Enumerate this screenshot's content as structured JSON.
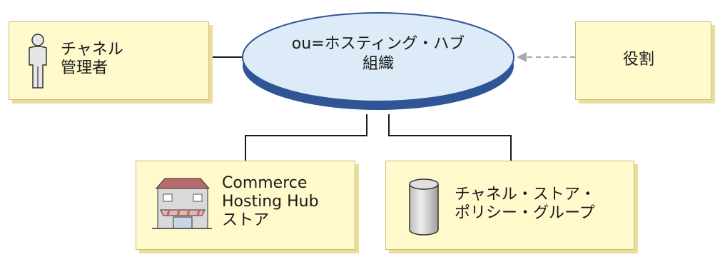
{
  "diagram": {
    "center": {
      "label": "ou=ホスティング・ハブ\n組織"
    },
    "nodes": {
      "channel_admin": {
        "label": "チャネル\n管理者",
        "icon": "person-icon"
      },
      "role": {
        "label": "役割"
      },
      "store": {
        "label": "Commerce\nHosting Hub\nストア",
        "icon": "store-building-icon"
      },
      "policy_group": {
        "label": "チャネル・ストア・\nポリシー・グループ",
        "icon": "database-cylinder-icon"
      }
    },
    "colors": {
      "box_fill": "#fff9cc",
      "box_shadow": "#e9dd9a",
      "ellipse_fill": "#dcebf7",
      "ellipse_rim": "#2f5597",
      "connector": "#1a1a1a",
      "dashed_arrow": "#aaaaaa"
    }
  }
}
